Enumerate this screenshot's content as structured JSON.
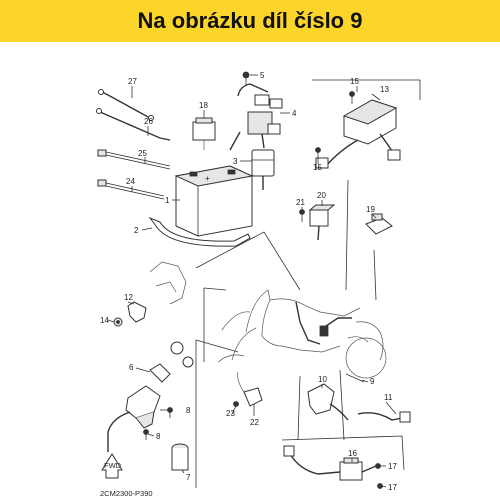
{
  "banner": {
    "text": "Na obrázku díl číslo 9",
    "color": "#fbd52a"
  },
  "diagram": {
    "code": "2CM2300-P390",
    "fwd_label": "FWD",
    "plus_sign": "+",
    "callouts": [
      "1",
      "2",
      "3",
      "4",
      "5",
      "6",
      "7",
      "8",
      "8",
      "9",
      "10",
      "11",
      "12",
      "13",
      "14",
      "15",
      "15",
      "16",
      "17",
      "17",
      "18",
      "19",
      "20",
      "21",
      "22",
      "23",
      "24",
      "25",
      "26",
      "27"
    ]
  }
}
